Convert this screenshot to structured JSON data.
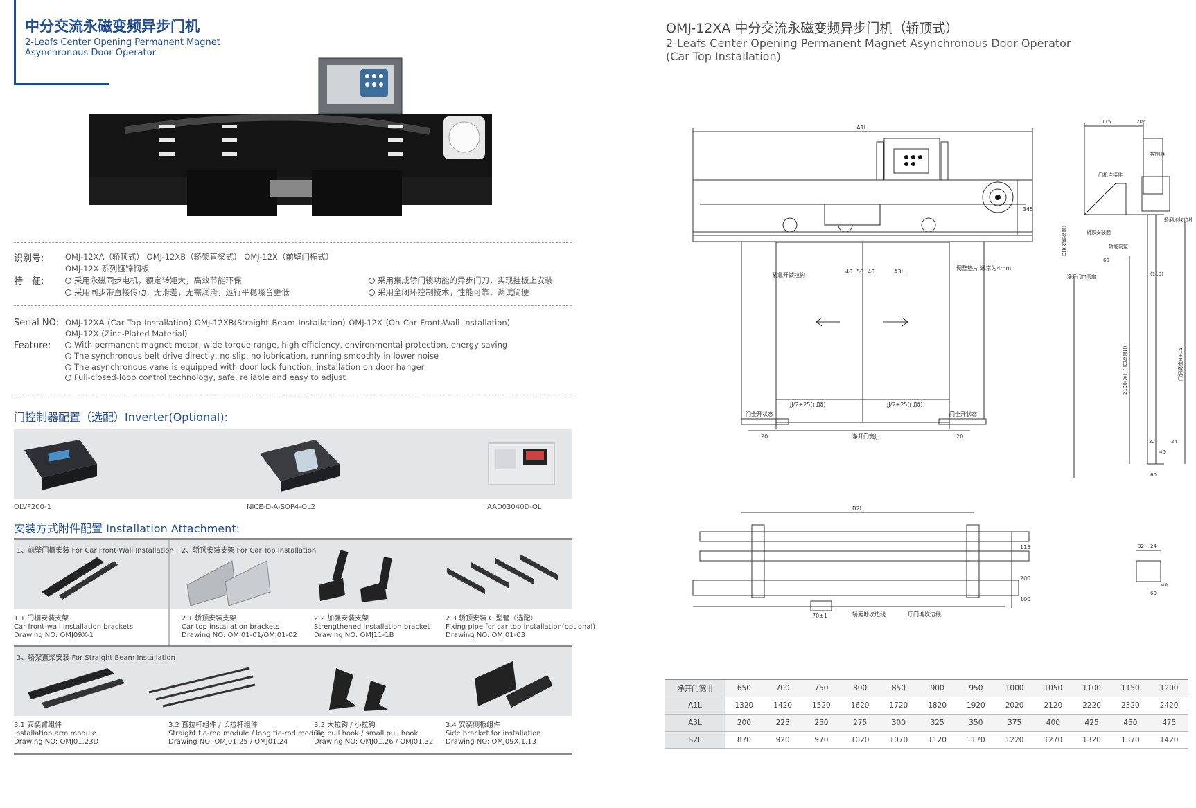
{
  "header": {
    "title_cn": "中分交流永磁变频异步门机",
    "subtitle_en_line1": "2-Leafs Center Opening Permanent Magnet",
    "subtitle_en_line2": "Asynchronous Door Operator"
  },
  "id_section": {
    "label_cn": "识别号:",
    "models_cn": "OMJ-12XA（轿顶式） OMJ-12XB（轿架直梁式） OMJ-12X（前壁门楣式）",
    "models_cn_line2": "OMJ-12X 系列镀锌钢板",
    "feature_label_cn": "特　征:",
    "features_cn": [
      "采用永磁同步电机，额定转矩大，高效节能环保",
      "采用同步带直接传动，无滑差，无需润滑，运行平稳噪音更低",
      "采用集成轿门锁功能的异步门刀，实现挂板上安装",
      "采用全闭环控制技术，性能可靠，调试简便"
    ]
  },
  "serial_section": {
    "label": "Serial NO:",
    "models_line1": "OMJ-12XA (Car Top Installation)     OMJ-12XB(Straight Beam Installation)     OMJ-12X (On Car Front-Wall Installation)",
    "models_line2": "OMJ-12X (Zinc-Plated Material)",
    "feature_label": "Feature:",
    "features": [
      "With permanent magnet motor, wide torque range, high efficiency, environmental protection, energy saving",
      "The synchronous belt drive directly, no slip, no lubrication, running smoothly in lower noise",
      "The asynchronous vane is equipped with door lock function, installation on door hanger",
      "Full-closed-loop control technology, safe, reliable and easy to adjust"
    ]
  },
  "inverter": {
    "title": "门控制器配置（选配）Inverter(Optional):",
    "items": [
      {
        "label": "OLVF200-1"
      },
      {
        "label": "NICE-D-A-SOP4-OL2"
      },
      {
        "label": "AAD03040D-OL"
      }
    ]
  },
  "attachment": {
    "title": "安装方式附件配置 Installation Attachment:",
    "group1_title": "1、前壁门楣安装 For Car Front-Wall Installation",
    "group2_title": "2、轿顶安装支架 For Car Top Installation",
    "group3_title": "3、轿架直梁安装 For Straight Beam Installation",
    "row1": [
      {
        "cn": "1.1 门楣安装支架",
        "en": "Car front-wall installation brackets",
        "drawing": "Drawing NO: OMJ09X-1"
      },
      {
        "cn": "2.1 轿顶安装支架",
        "en": "Car top installation brackets",
        "drawing": "Drawing NO: OMJ01-01/OMJ01-02"
      },
      {
        "cn": "2.2 加强安装支架",
        "en": "Strengthened installation bracket",
        "drawing": "Drawing NO: OMJ11-1B"
      },
      {
        "cn": "2.3 轿顶安装 C 型管（选配）",
        "en": "Fixing pipe for car top installation(optional)",
        "drawing": "Drawing NO: OMJ01-03"
      }
    ],
    "row2": [
      {
        "cn": "3.1 安装臂组件",
        "en": "Installation arm module",
        "drawing": "Drawing NO: OMJ01.23D"
      },
      {
        "cn": "3.2 直拉杆组件 / 长拉杆组件",
        "en": "Straight tie-rod module / long tie-rod module",
        "drawing": "Drawing NO: OMJ01.25 / OMJ01.24"
      },
      {
        "cn": "3.3 大拉钩 / 小拉钩",
        "en": "Big pull hook / small pull hook",
        "drawing": "Drawing NO: OMJ01.26 / OMJ01.32"
      },
      {
        "cn": "3.4 安装侧板组件",
        "en": "Side bracket for installation",
        "drawing": "Drawing NO: OMJ09X.1.13"
      }
    ]
  },
  "right": {
    "title": "OMJ-12XA 中分交流永磁变频异步门机（轿顶式）",
    "subtitle_line1": "2-Leafs Center Opening Permanent Magnet Asynchronous Door Operator",
    "subtitle_line2": "(Car Top Installation)"
  },
  "drawing_labels": {
    "a1l": "A1L",
    "a3l": "A3L",
    "b2l": "B2L",
    "jj": "净开门宽JJ",
    "half_left": "JJ/2+25(门宽)",
    "half_right": "JJ/2+25(门宽)",
    "open_left": "门全开状态",
    "open_right": "门全开状态",
    "twenty_l": "20",
    "twenty_r": "20",
    "d40": "40",
    "d50": "50",
    "d40b": "40",
    "h345": "345",
    "emergency": "紧急开锁拉钩",
    "adjust": "调整垫片 通常为4mm",
    "top115": "115",
    "top206": "206",
    "controller": "控制器",
    "door_conn": "门机连接件",
    "sill_left": "轿厢地坎边线",
    "sill_side": "轿顶安装面",
    "car_plate": "轿厢前壁",
    "dim_60": "60",
    "dim_110": "(110)",
    "clear_h": "净开门口高度",
    "dh": "DH(安装高度)",
    "h210": "2100(净开门口高度H)",
    "h15": "门洞高度H+15",
    "d32": "32",
    "d24": "24",
    "d40c": "40",
    "d60b": "60",
    "d115b": "115",
    "d200": "200",
    "d100": "100",
    "d70": "70±1",
    "sill_car": "轿厢地坎边线",
    "sill_hall": "厅门地坎边线",
    "d32b": "32",
    "d24b": "24",
    "d40d": "40",
    "d60c": "60"
  },
  "spec_table": {
    "rows": [
      {
        "name": "净开门宽 JJ",
        "values": [
          "650",
          "700",
          "750",
          "800",
          "850",
          "900",
          "950",
          "1000",
          "1050",
          "1100",
          "1150",
          "1200"
        ]
      },
      {
        "name": "A1L",
        "values": [
          "1320",
          "1420",
          "1520",
          "1620",
          "1720",
          "1820",
          "1920",
          "2020",
          "2120",
          "2220",
          "2320",
          "2420"
        ]
      },
      {
        "name": "A3L",
        "values": [
          "200",
          "225",
          "250",
          "275",
          "300",
          "325",
          "350",
          "375",
          "400",
          "425",
          "450",
          "475"
        ]
      },
      {
        "name": "B2L",
        "values": [
          "870",
          "920",
          "970",
          "1020",
          "1070",
          "1120",
          "1170",
          "1220",
          "1270",
          "1320",
          "1370",
          "1420"
        ]
      }
    ]
  }
}
